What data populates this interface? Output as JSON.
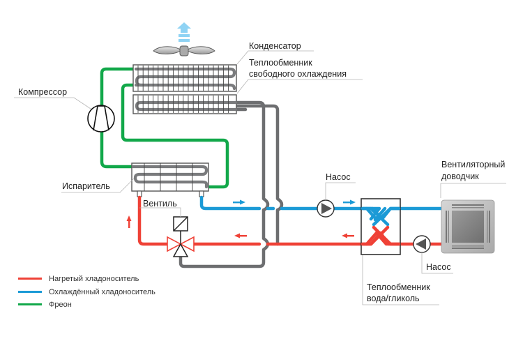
{
  "diagram": {
    "title": "Free cooling chiller with glycol heat exchanger schematic",
    "labels": {
      "condenser": "Конденсатор",
      "free_cooling_hx_line1": "Теплообменник",
      "free_cooling_hx_line2": "свободного охлаждения",
      "compressor": "Компрессор",
      "evaporator": "Испаритель",
      "valve": "Вентиль",
      "pump_top": "Насос",
      "pump_bottom": "Насос",
      "fan_coil_line1": "Вентиляторный",
      "fan_coil_line2": "доводчик",
      "water_glycol_hx_line1": "Теплообменник",
      "water_glycol_hx_line2": "вода/гликоль"
    },
    "legend": [
      {
        "label": "Нагретый хладоноситель",
        "color": "#ef4136"
      },
      {
        "label": "Охлаждённый хладоноситель",
        "color": "#1b9ad6"
      },
      {
        "label": "Фреон",
        "color": "#12a84a"
      }
    ],
    "colors": {
      "hot_pipe": "#ef4136",
      "cold_pipe": "#1b9ad6",
      "freon_pipe": "#12a84a",
      "glycol_bypass_pipe": "#6d6e70",
      "airflow_arrow": "#8fd3f4"
    },
    "icons": [
      "fan-icon",
      "airflow-up-arrow-icon",
      "compressor-icon",
      "pump-icon",
      "three-way-valve-icon",
      "fan-coil-cassette-icon",
      "flow-arrow-icon"
    ]
  }
}
